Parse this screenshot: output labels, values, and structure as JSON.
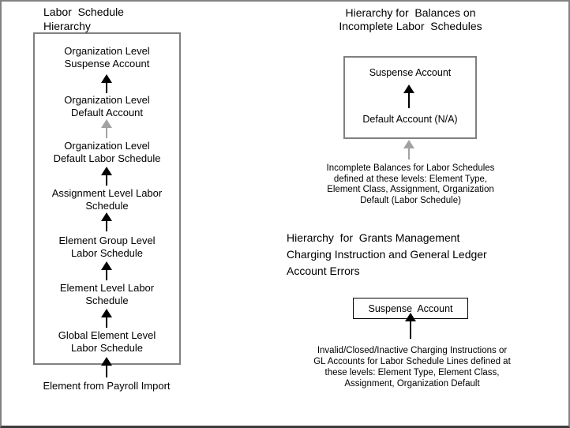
{
  "colors": {
    "background": "#ffffff",
    "text": "#000000",
    "box_border": "#808080",
    "small_box_border": "#000000",
    "frame_border": "#828282",
    "arrow_primary": "#000000",
    "arrow_muted": "#a2a2a2"
  },
  "left_panel": {
    "title": "Labor  Schedule\nHierarchy",
    "levels": [
      "Organization Level\nSuspense Account",
      "Organization Level\nDefault Account",
      "Organization Level\nDefault Labor Schedule",
      "Assignment Level Labor\nSchedule",
      "Element Group Level\nLabor Schedule",
      "Element Level Labor\nSchedule",
      "Global Element Level\nLabor Schedule"
    ],
    "connector_colors": [
      "#000000",
      "#a2a2a2",
      "#000000",
      "#000000",
      "#000000",
      "#000000"
    ],
    "entry_connector_color": "#000000",
    "source_label": "Element from Payroll Import"
  },
  "balances_panel": {
    "title": "Hierarchy for  Balances on\nIncomplete Labor  Schedules",
    "suspense_label": "Suspense Account",
    "default_label": "Default Account (N/A)",
    "inner_connector_color": "#000000",
    "below_connector_color": "#a2a2a2",
    "caption": "Incomplete Balances for Labor Schedules\ndefined at these levels: Element Type,\nElement Class, Assignment, Organization\nDefault (Labor Schedule)"
  },
  "errors_panel": {
    "title": "Hierarchy  for  Grants Management\nCharging Instruction and General Ledger\nAccount Errors",
    "suspense_label": "Suspense  Account",
    "connector_color": "#000000",
    "caption": "Invalid/Closed/Inactive Charging Instructions or\nGL Accounts for Labor Schedule Lines defined at\nthese levels: Element Type, Element Class,\nAssignment, Organization Default"
  }
}
